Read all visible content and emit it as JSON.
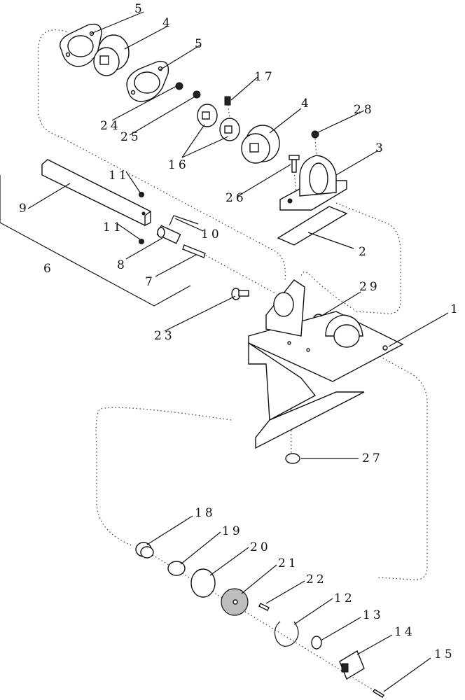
{
  "callouts": [
    {
      "id": "c1",
      "text": "1"
    },
    {
      "id": "c2",
      "text": "2"
    },
    {
      "id": "c3",
      "text": "3"
    },
    {
      "id": "c4a",
      "text": "4"
    },
    {
      "id": "c4b",
      "text": "4"
    },
    {
      "id": "c5a",
      "text": "5"
    },
    {
      "id": "c5b",
      "text": "5"
    },
    {
      "id": "c6",
      "text": "6"
    },
    {
      "id": "c7",
      "text": "7"
    },
    {
      "id": "c8",
      "text": "8"
    },
    {
      "id": "c9",
      "text": "9"
    },
    {
      "id": "c10",
      "text": "10"
    },
    {
      "id": "c11a",
      "text": "11"
    },
    {
      "id": "c11b",
      "text": "11"
    },
    {
      "id": "c12",
      "text": "12"
    },
    {
      "id": "c13",
      "text": "13"
    },
    {
      "id": "c14",
      "text": "14"
    },
    {
      "id": "c15",
      "text": "15"
    },
    {
      "id": "c16",
      "text": "16"
    },
    {
      "id": "c17",
      "text": "17"
    },
    {
      "id": "c18",
      "text": "18"
    },
    {
      "id": "c19",
      "text": "19"
    },
    {
      "id": "c20",
      "text": "20"
    },
    {
      "id": "c21",
      "text": "21"
    },
    {
      "id": "c22",
      "text": "22"
    },
    {
      "id": "c23",
      "text": "23"
    },
    {
      "id": "c24",
      "text": "24"
    },
    {
      "id": "c25",
      "text": "25"
    },
    {
      "id": "c26",
      "text": "26"
    },
    {
      "id": "c27",
      "text": "27"
    },
    {
      "id": "c28",
      "text": "28"
    },
    {
      "id": "c29",
      "text": "29"
    }
  ]
}
